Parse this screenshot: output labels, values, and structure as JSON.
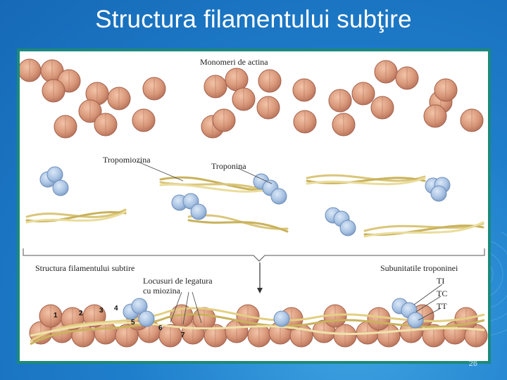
{
  "slide": {
    "title": "Structura filamentului subţire",
    "page_number": "26"
  },
  "figure": {
    "label_monomers": "Monomeri de actina",
    "label_tropomyosin": "Tropomiozina",
    "label_troponin": "Troponina",
    "label_structure": "Structura filamentului subtire",
    "label_binding_sites_line1": "Locusuri de legatura",
    "label_binding_sites_line2": "cu miozina",
    "label_subunits": "Subunitatile troponinei",
    "subunits": [
      "TI",
      "TC",
      "TT"
    ],
    "numbers": [
      "1",
      "2",
      "3",
      "4",
      "5",
      "6",
      "7"
    ]
  },
  "colors": {
    "background": "#1f7fcc",
    "frame": "#1c8a7a",
    "actin": "#d9987a",
    "troponin": "#a9c3e3",
    "tropomyosin": "#e9d9a0"
  }
}
